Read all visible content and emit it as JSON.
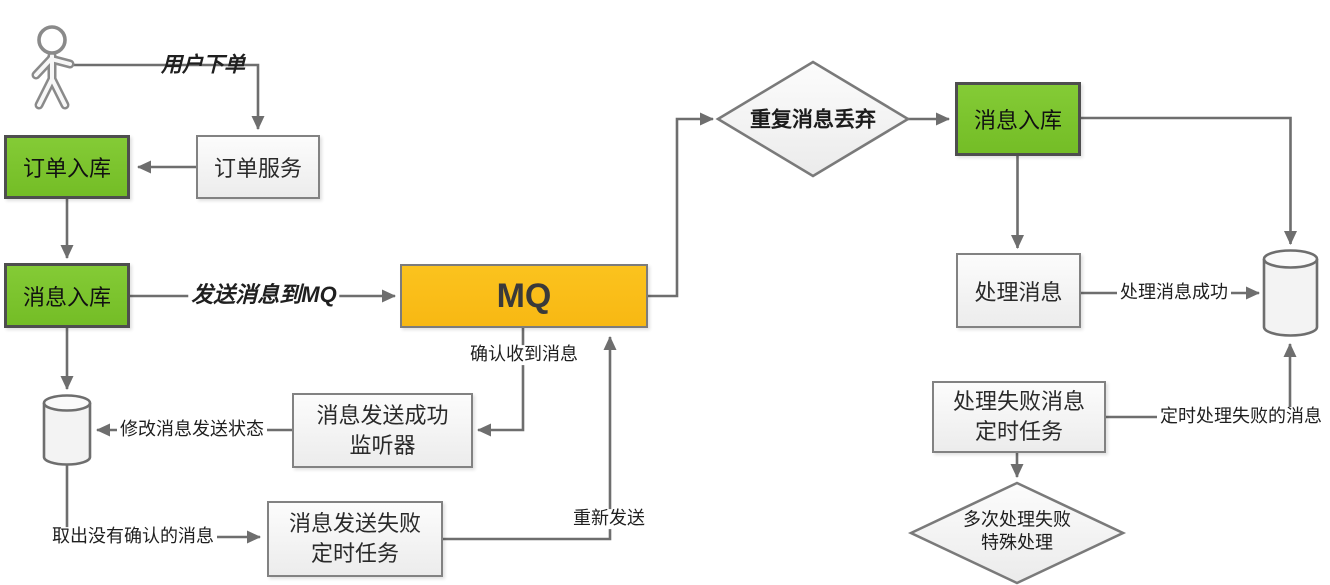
{
  "colors": {
    "green": "#74bd26",
    "green-light": "#84cb36",
    "amber": "#f8b813",
    "amber-light": "#fbc31e",
    "line": "#6e6e6e"
  },
  "nodes": {
    "order_store": {
      "label": "订单入库"
    },
    "order_service": {
      "label": "订单服务"
    },
    "msg_store_left": {
      "label": "消息入库"
    },
    "mq": {
      "label": "MQ"
    },
    "dup_discard": {
      "label": "重复消息丢弃"
    },
    "msg_store_right": {
      "label": "消息入库"
    },
    "process_msg": {
      "label": "处理消息"
    },
    "send_success_listener": {
      "line1": "消息发送成功",
      "line2": "监听器"
    },
    "send_fail_task": {
      "line1": "消息发送失败",
      "line2": "定时任务"
    },
    "fail_msg_task": {
      "line1": "处理失败消息",
      "line2": "定时任务"
    },
    "multi_fail_special": {
      "line1": "多次处理失败",
      "line2": "特殊处理"
    }
  },
  "edges": {
    "user_order": "用户下单",
    "send_to_mq": "发送消息到MQ",
    "ack_received": "确认收到消息",
    "update_send_status": "修改消息发送状态",
    "fetch_unacked": "取出没有确认的消息",
    "resend": "重新发送",
    "process_success": "处理消息成功",
    "timed_process_failed": "定时处理失败的消息"
  }
}
